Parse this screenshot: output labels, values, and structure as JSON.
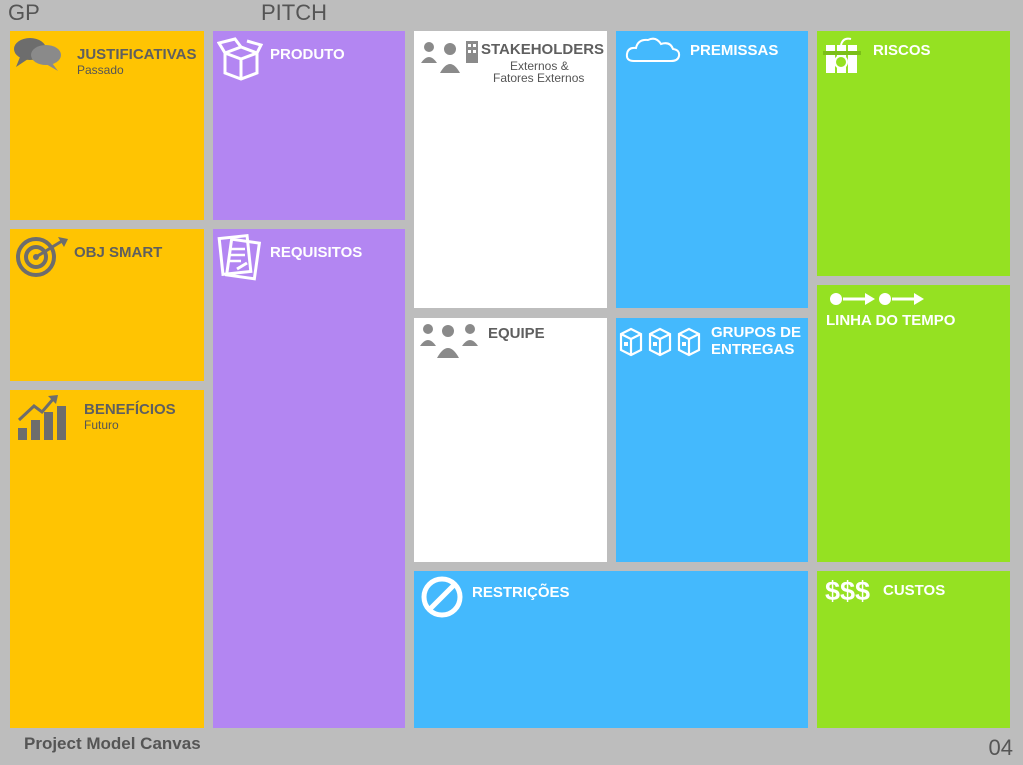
{
  "header": {
    "left_title": "GP",
    "center_title": "PITCH"
  },
  "footer": {
    "canvas_name": "Project Model Canvas",
    "page_number": "04"
  },
  "blocks": {
    "justificativas": {
      "title": "JUSTIFICATIVAS",
      "subtitle": "Passado",
      "icon": "speech-bubbles-icon",
      "color": "#ffc402"
    },
    "obj_smart": {
      "title": "OBJ SMART",
      "icon": "target-icon",
      "color": "#ffc402"
    },
    "beneficios": {
      "title": "BENEFÍCIOS",
      "subtitle": "Futuro",
      "icon": "bar-chart-icon",
      "color": "#ffc402"
    },
    "produto": {
      "title": "PRODUTO",
      "icon": "box-icon",
      "color": "#b386f2"
    },
    "requisitos": {
      "title": "REQUISITOS",
      "icon": "document-icon",
      "color": "#b386f2"
    },
    "stakeholders": {
      "title": "STAKEHOLDERS",
      "subtitle_line1": "Externos &",
      "subtitle_line2": "Fatores Externos",
      "icon": "people-building-icon",
      "color": "#ffffff"
    },
    "equipe": {
      "title": "EQUIPE",
      "icon": "team-icon",
      "color": "#ffffff"
    },
    "premissas": {
      "title": "PREMISSAS",
      "icon": "cloud-icon",
      "color": "#44b9fd"
    },
    "grupos_de_entregas": {
      "title_line1": "GRUPOS DE",
      "title_line2": "ENTREGAS",
      "icon": "packages-icon",
      "color": "#44b9fd"
    },
    "restricoes": {
      "title": "RESTRIÇÕES",
      "icon": "prohibited-icon",
      "color": "#44b9fd"
    },
    "riscos": {
      "title": "RISCOS",
      "icon": "dynamite-icon",
      "color": "#95e122"
    },
    "linha_do_tempo": {
      "title": "LINHA DO TEMPO",
      "icon": "timeline-icon",
      "color": "#95e122"
    },
    "custos": {
      "title": "CUSTOS",
      "icon": "dollar-icon",
      "symbol": "$$$",
      "color": "#95e122"
    }
  }
}
